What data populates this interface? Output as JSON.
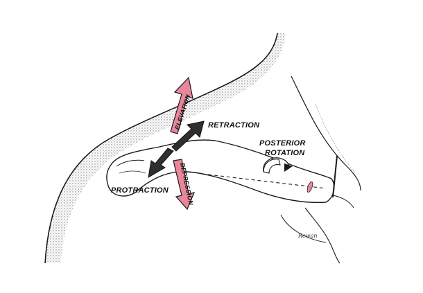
{
  "labels": {
    "elevation": "ELEVATION",
    "depression": "DEPRESSION",
    "retraction": "RETRACTION",
    "protraction": "PROTRACTION",
    "posterior_rotation_line1": "POSTERIOR",
    "posterior_rotation_line2": "ROTATION",
    "signature": "Rewan"
  },
  "colors": {
    "pink_arrow": "#e8879b",
    "dark_arrow": "#2f2f2f",
    "line": "#1a1a1a",
    "stipple": "#555555"
  }
}
